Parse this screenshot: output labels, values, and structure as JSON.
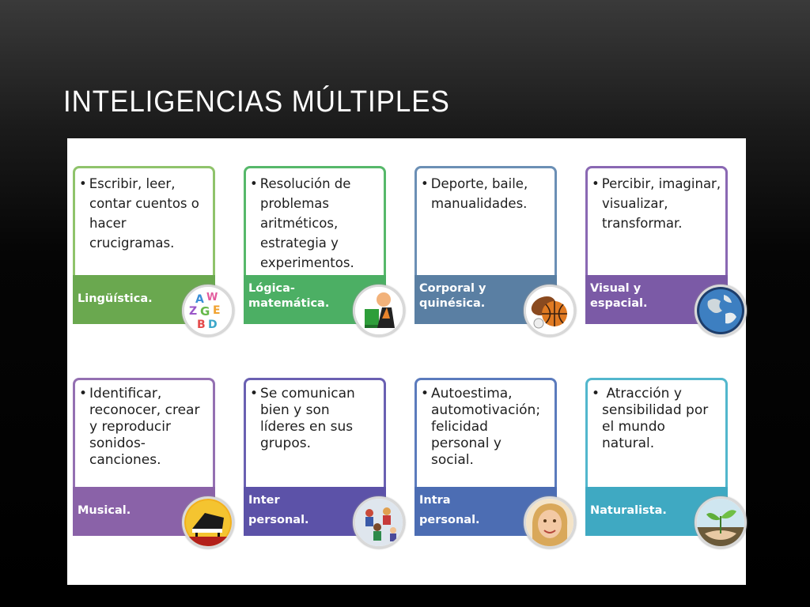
{
  "title": "INTELIGENCIAS MÚLTIPLES",
  "cards": [
    {
      "lines": [
        "Escribir, leer,",
        "contar cuentos o",
        "hacer",
        "crucigramas."
      ],
      "label": "Lingüística.",
      "color": "#6aa84f",
      "border": "#8fc36b",
      "icon": "letters-icon"
    },
    {
      "lines": [
        "Resolución de",
        "problemas",
        "aritméticos,",
        "estrategia y",
        "experimentos."
      ],
      "label_lines": [
        "Lógica-",
        "matemática."
      ],
      "color": "#4caf64",
      "border": "#56b86a",
      "icon": "thinker-icon"
    },
    {
      "lines": [
        "Deporte, baile,",
        "manualidades."
      ],
      "label_lines": [
        "Corporal y",
        "quinésica."
      ],
      "color": "#5a7fa3",
      "border": "#6b8fb5",
      "icon": "sports-balls-icon"
    },
    {
      "lines": [
        "Percibir, imaginar,",
        "visualizar,",
        "transformar."
      ],
      "label_lines": [
        "Visual y",
        "espacial."
      ],
      "color": "#7b5aa6",
      "border": "#8a68b3",
      "icon": "globe-icon"
    },
    {
      "lines": [
        "Identificar,",
        "reconocer, crear",
        "y reproducir",
        "sonidos-",
        "canciones."
      ],
      "label": "Musical.",
      "color": "#8a62a8",
      "border": "#9470b2",
      "icon": "piano-icon"
    },
    {
      "lines": [
        "Se comunican",
        "bien y son",
        "líderes en sus",
        "grupos."
      ],
      "label_lines": [
        "Inter",
        "personal."
      ],
      "color": "#5c52a8",
      "border": "#6a60b2",
      "icon": "people-icon"
    },
    {
      "lines": [
        "Autoestima,",
        "automotivación;",
        "felicidad",
        "personal y",
        "social."
      ],
      "label_lines": [
        "Intra",
        "personal."
      ],
      "color": "#4c6db3",
      "border": "#5b7bbd",
      "icon": "child-face-icon"
    },
    {
      "lines": [
        "Atracción y",
        "sensibilidad por",
        "el mundo",
        "natural."
      ],
      "label": "Naturalista.",
      "color": "#3fa9c2",
      "border": "#52b7cd",
      "icon": "sprout-icon"
    }
  ]
}
